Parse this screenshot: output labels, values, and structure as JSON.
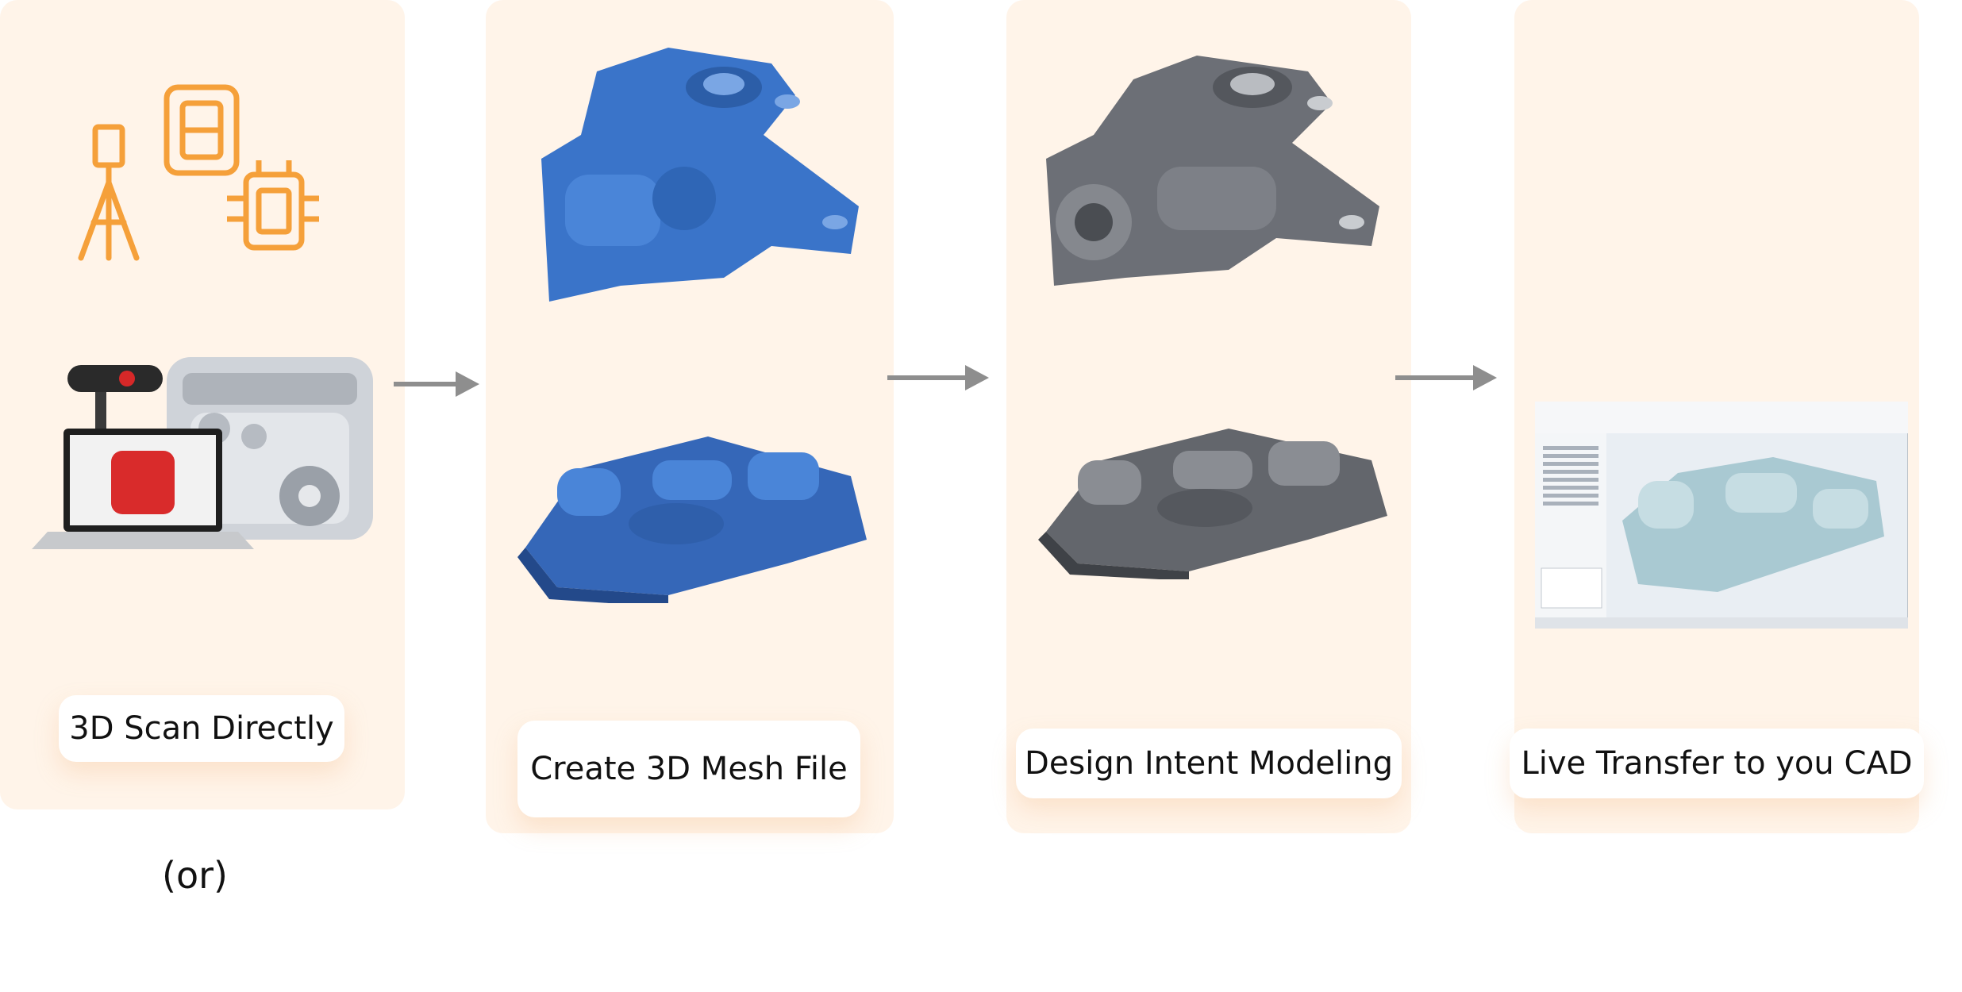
{
  "steps": [
    {
      "label": "3D Scan Directly"
    },
    {
      "label": "Create 3D Mesh File"
    },
    {
      "label": "Design Intent Modeling"
    },
    {
      "label": "Live Transfer to you CAD"
    }
  ],
  "or_text": "(or)",
  "colors": {
    "panel_bg": "#fff4e9",
    "scanner_icon": "#f5a03a",
    "mesh_blue": "#3a74c9",
    "cad_gray": "#6c6f76",
    "arrow": "#8e8e8e"
  },
  "icons": [
    "tripod-scanner-icon",
    "handheld-scanner-icon",
    "clamp-scanner-icon"
  ]
}
